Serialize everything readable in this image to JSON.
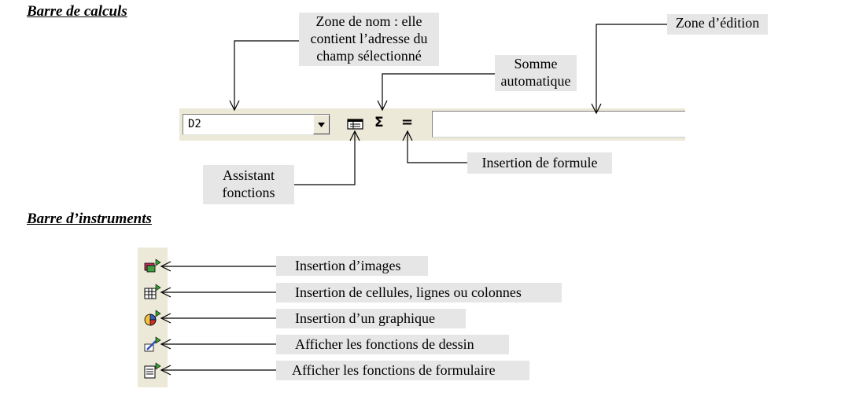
{
  "headings": {
    "calc_bar": "Barre de calculs",
    "instr_bar": "Barre d’instruments"
  },
  "formula_bar": {
    "name_box_value": "D2",
    "sigma_symbol": "Σ",
    "equals_symbol": "="
  },
  "callouts": {
    "zone_nom": [
      "Zone de nom : elle",
      "contient l’adresse du",
      "champ sélectionné"
    ],
    "somme": [
      "Somme",
      "automatique"
    ],
    "zone_edition": "Zone d’édition",
    "assistant": [
      "Assistant",
      "fonctions"
    ],
    "insertion_formule": "Insertion de formule"
  },
  "instruments": [
    {
      "label": "Insertion d’images",
      "icon": "insert-image-icon"
    },
    {
      "label": "Insertion de cellules, lignes ou colonnes",
      "icon": "insert-cells-icon"
    },
    {
      "label": "Insertion d’un graphique",
      "icon": "insert-chart-icon"
    },
    {
      "label": "Afficher les fonctions de dessin",
      "icon": "draw-functions-icon"
    },
    {
      "label": "Afficher les fonctions de formulaire",
      "icon": "form-functions-icon"
    }
  ]
}
